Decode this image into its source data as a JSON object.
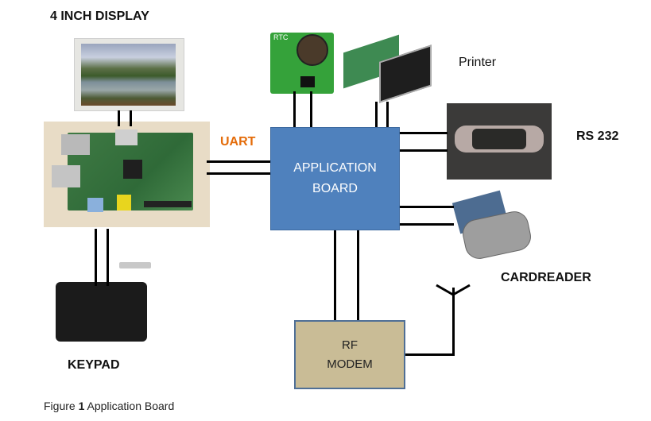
{
  "figure": {
    "caption_prefix": "Figure",
    "caption_number": "1",
    "caption_text": "Application Board"
  },
  "blocks": {
    "application_board": {
      "line1": "APPLICATION",
      "line2": "BOARD",
      "color": "#4f81bd"
    },
    "rf_modem": {
      "line1": "RF",
      "line2": "MODEM",
      "color": "#c9bc96"
    }
  },
  "labels": {
    "display": "4 INCH DISPLAY",
    "uart": "UART",
    "printer": "Printer",
    "rs232": "RS 232",
    "card_reader": "CARDREADER",
    "keypad": "KEYPAD",
    "rtc": "RTC"
  },
  "colors": {
    "uart_label": "#e46c0a",
    "wire": "#000000"
  }
}
